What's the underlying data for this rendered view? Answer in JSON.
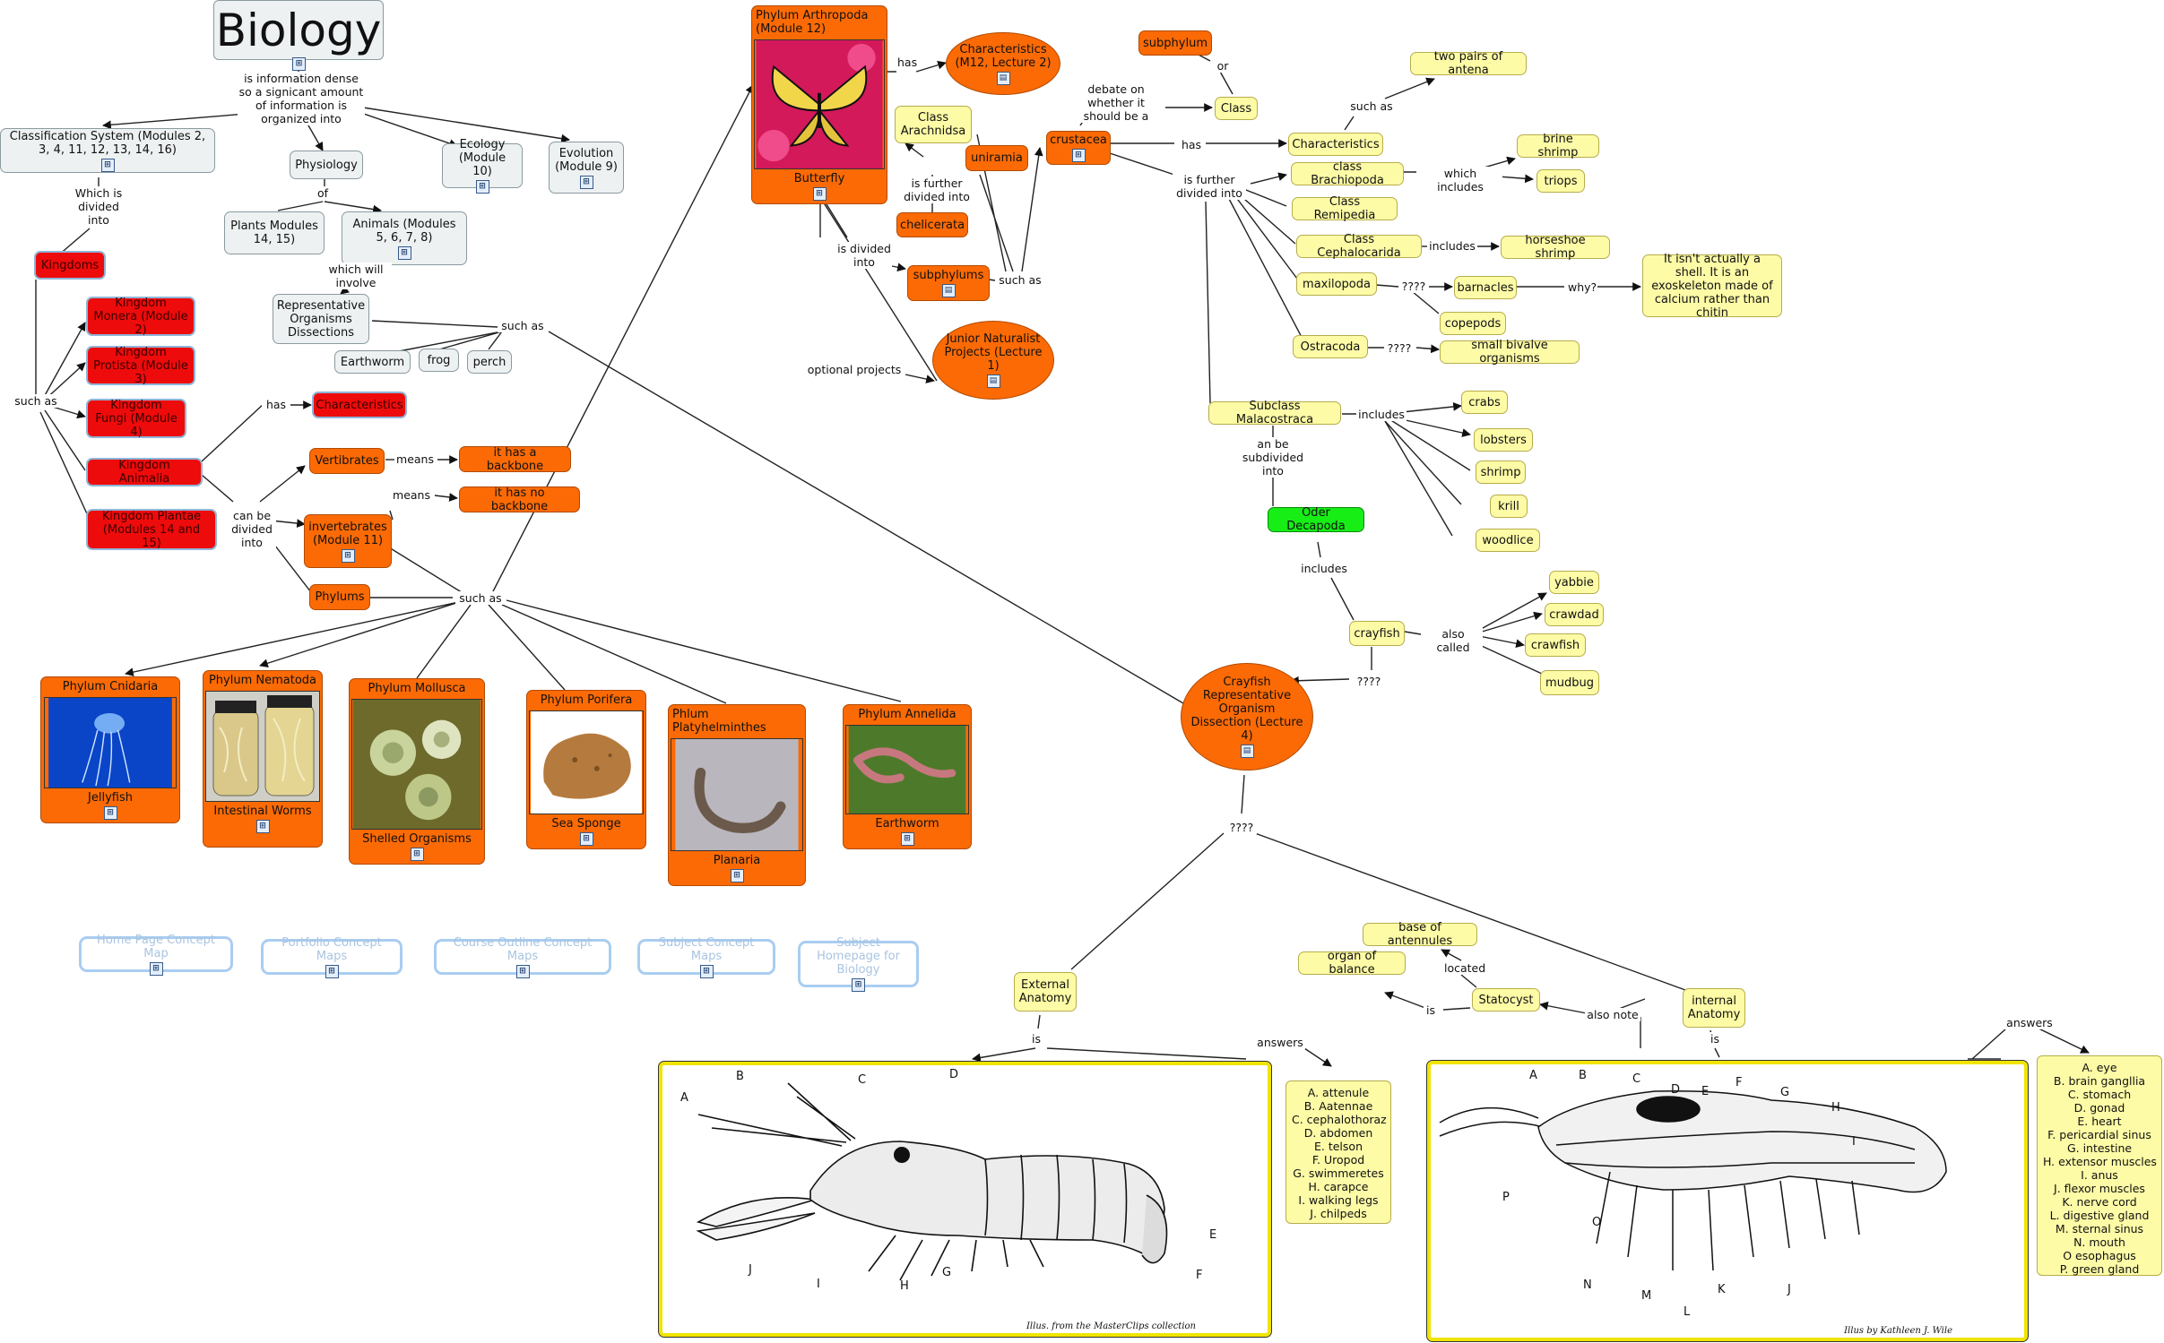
{
  "title": "Biology",
  "labels": {
    "is_info_dense": "is information dense so a signicant amount of information is organized into",
    "which_divided": "Which is divided into",
    "such_as": "such as",
    "has": "has",
    "can_be_divided": "can be divided into",
    "means": "means",
    "of": "of",
    "which_will_involve": "which will involve",
    "is_divided_into": "is divided into",
    "optional_projects": "optional projects",
    "is_further_divided": "is further divided into",
    "debate": "debate on whether it should be a",
    "or": "or",
    "includes": "includes",
    "which_includes": "which includes",
    "qqqq": "????",
    "why": "why?",
    "an_be_subdivided": "an be subdivided into",
    "also_called": "also called",
    "is": "is",
    "located": "located",
    "also_note": "also note",
    "answers": "answers"
  },
  "nodes": {
    "classification": "Classification System (Modules 2, 3, 4, 11, 12, 13, 14, 16)",
    "physiology": "Physiology",
    "ecology": "Ecology (Module 10)",
    "evolution": "Evolution (Module 9)",
    "plants": "Plants Modules 14, 15)",
    "animals": "Animals (Modules 5, 6, 7, 8)",
    "rep_org": "Representative Organisms Dissections",
    "earthworm": "Earthworm",
    "frog": "frog",
    "perch": "perch",
    "kingdoms": "Kingdoms",
    "monera": "Kingdom Monera (Module 2)",
    "protista": "Kingdom Protista (Module 3)",
    "fungi": "Kingdom Fungi (Module 4)",
    "animalia": "Kingdom Animalia",
    "plantae": "Kingdom Plantae (Modules 14 and 15)",
    "characteristics_red": "Characteristics",
    "vertibrates": "Vertibrates",
    "backbone": "it has a backbone",
    "no_backbone": "it has no backbone",
    "invertebrates": "invertebrates (Module 11)",
    "phylums": "Phylums",
    "arthropoda": "Phylum Arthropoda (Module 12)",
    "butterfly": "Butterfly",
    "characteristics_m12": "Characteristics (M12, Lecture 2)",
    "arachnidsa": "Class Arachnidsa",
    "uniramia": "uniramia",
    "chelicerata": "chelicerata",
    "subphylums": "subphylums",
    "junior": "Junior Naturalist Projects (Lecture 1)",
    "subphylum": "subphylum",
    "class": "Class",
    "crustacea": "crustacea",
    "characteristics_y": "Characteristics",
    "two_pairs": "two pairs of antena",
    "brachiopoda": "class Brachiopoda",
    "remipedia": "Class Remipedia",
    "cephalocarida": "Class Cephalocarida",
    "maxilopoda": "maxilopoda",
    "ostracoda": "Ostracoda",
    "brine_shrimp": "brine shrimp",
    "triops": "triops",
    "horseshoe": "horseshoe shrimp",
    "barnacles": "barnacles",
    "copepods": "copepods",
    "shell": "It isn't actually a shell. It is an exoskeleton made of calcium rather than chitin",
    "bivalve": "small bivalve organisms",
    "malacostraca": "Subclass Malacostraca",
    "crabs": "crabs",
    "lobsters": "lobsters",
    "shrimp": "shrimp",
    "krill": "krill",
    "woodlice": "woodlice",
    "decapoda": "Oder Decapoda",
    "crayfish": "crayfish",
    "yabbie": "yabbie",
    "crawdad": "crawdad",
    "crawfish": "crawfish",
    "mudbug": "mudbug",
    "crayfish_rep": "Crayfish Representative Organism Dissection (Lecture 4)",
    "external": "External Anatomy",
    "internal": "internal Anatomy",
    "statocyst": "Statocyst",
    "balance": "organ of balance",
    "base_ant": "base of antennules"
  },
  "cards": [
    {
      "head": "Phylum Cnidaria",
      "foot": "Jellyfish"
    },
    {
      "head": "Phylum Nematoda",
      "foot": "Intestinal Worms"
    },
    {
      "head": "Phylum Mollusca",
      "foot": "Shelled Organisms"
    },
    {
      "head": "Phylum Porifera",
      "foot": "Sea Sponge"
    },
    {
      "head": "Phlum Platyhelminthes",
      "foot": "Planaria"
    },
    {
      "head": "Phylum Annelida",
      "foot": "Earthworm"
    }
  ],
  "ghost_links": [
    "Home Page Concept Map",
    "Portfolio Concept Maps",
    "Course Outline Concept Maps",
    "Subject Concept Maps",
    "Subject Homepage for Biology"
  ],
  "external_answers": [
    "A. attenule",
    "B. Aatennae",
    "C. cephalothoraz",
    "D. abdomen",
    "E. telson",
    "F. Uropod",
    "G. swimmeretes",
    "H. carapce",
    "I. walking legs",
    "J. chilpeds"
  ],
  "internal_answers": [
    "A. eye",
    "B. brain gangllia",
    "C. stomach",
    "D. gonad",
    "E. heart",
    "F. pericardial sinus",
    "G. intestine",
    "H. extensor muscles",
    "I. anus",
    "J. flexor muscles",
    "K. nerve cord",
    "L. digestive gland",
    "M. sternal sinus",
    "N. mouth",
    "O esophagus",
    "P. green gland"
  ],
  "external_letters": [
    "A",
    "B",
    "C",
    "D",
    "E",
    "F",
    "G",
    "H",
    "I",
    "J"
  ],
  "internal_letters": [
    "A",
    "B",
    "C",
    "D",
    "E",
    "F",
    "G",
    "H",
    "I",
    "J",
    "K",
    "L",
    "M",
    "N",
    "O",
    "P"
  ],
  "credits": {
    "external": "Illus. from the MasterClips collection",
    "internal": "Illus by Kathleen J. Wile"
  },
  "icon_names": {
    "resource": "concept-map-icon",
    "doc": "document-icon"
  }
}
